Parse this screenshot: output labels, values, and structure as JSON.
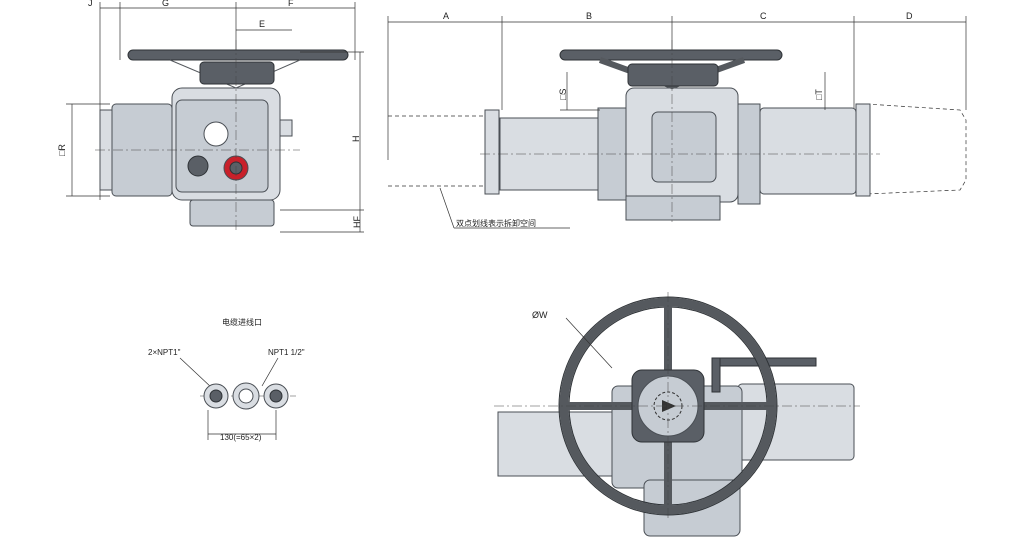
{
  "dimensions": {
    "J": "J",
    "G": "G",
    "F": "F",
    "E": "E",
    "R": "□R",
    "H": "H",
    "HF": "HF",
    "A": "A",
    "B": "B",
    "C": "C",
    "D": "D",
    "S": "□S",
    "T": "□T",
    "W": "ØW"
  },
  "notes": {
    "dismantle_space": "双点划线表示拆卸空间",
    "cable_entry_title": "电缆进线口",
    "port_left": "2×NPT1\"",
    "port_right": "NPT1 1/2\"",
    "port_spacing": "130(=65×2)"
  },
  "colors": {
    "body": "#d9dde2",
    "dark_metal": "#5a5f66",
    "accent_red": "#c8202a",
    "lines": "#333333"
  }
}
